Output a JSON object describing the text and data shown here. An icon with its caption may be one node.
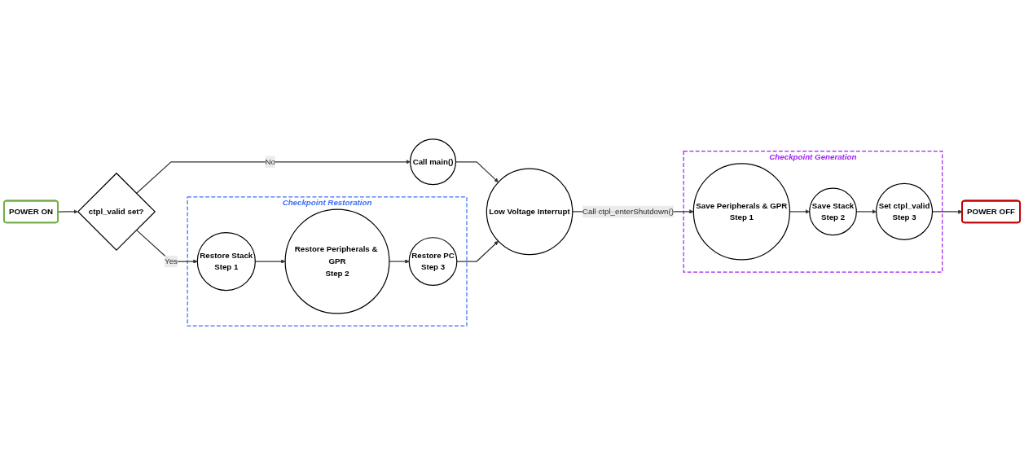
{
  "diagram": {
    "nodes": [
      {
        "text": [
          "POWER ON"
        ]
      },
      {
        "text": [
          "ctpl_valid set?"
        ]
      },
      {
        "text": [
          "Call main()"
        ]
      },
      {
        "text": [
          "Low Voltage Interrupt"
        ]
      },
      {
        "text": [
          "Checkpoint Restoration"
        ]
      },
      {
        "text": [
          "Restore Stack",
          "Step 1"
        ],
        "in": 4
      },
      {
        "text": [
          "Restore Peripherals & GPR",
          "Step 2"
        ],
        "in": 4
      },
      {
        "text": [
          "Restore PC",
          "Step 3"
        ],
        "in": 4
      },
      {
        "text": [
          "Checkpoint Generation"
        ]
      },
      {
        "text": [
          "Save Peripherals & GPR",
          "Step 1"
        ],
        "in": 8
      },
      {
        "text": [
          "Save Stack",
          "Step 2"
        ],
        "in": 8
      },
      {
        "text": [
          "Set ctpl_valid",
          "Step 3"
        ],
        "in": 8
      },
      {
        "text": [
          "POWER OFF"
        ]
      }
    ],
    "edges": [
      {
        "from": 0,
        "to": 1,
        "arrow": "to"
      },
      {
        "from": 1,
        "to": 2,
        "arrow": "to",
        "label": "No"
      },
      {
        "from": 1,
        "to": 5,
        "arrow": "to",
        "label": "Yes"
      },
      {
        "from": 2,
        "to": 3,
        "arrow": "to"
      },
      {
        "from": 5,
        "to": 6,
        "arrow": "to"
      },
      {
        "from": 6,
        "to": 7,
        "arrow": "to"
      },
      {
        "from": 7,
        "to": 3,
        "arrow": "to"
      },
      {
        "from": 3,
        "to": 9,
        "arrow": "to",
        "label": "Call ctpl_enterShutdown()"
      },
      {
        "from": 9,
        "to": 10,
        "arrow": "to"
      },
      {
        "from": 10,
        "to": 11,
        "arrow": "to"
      },
      {
        "from": 11,
        "to": 12,
        "arrow": "to"
      }
    ]
  }
}
